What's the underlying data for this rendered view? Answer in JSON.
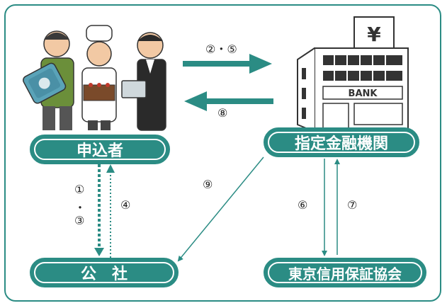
{
  "nodes": {
    "applicant": "申込者",
    "bank": "指定金融機関",
    "corporation": "公　社",
    "guarantee": "東京信用保証協会"
  },
  "steps": {
    "s25": "②・⑤",
    "s8": "⑧",
    "s9": "⑨",
    "s1": "①",
    "dot": "・",
    "s3": "③",
    "s4": "④",
    "s6": "⑥",
    "s7": "⑦"
  },
  "illustration": {
    "bank_sign": "BANK",
    "yen_sign": "¥"
  },
  "colors": {
    "teal": "#2b8c84"
  }
}
